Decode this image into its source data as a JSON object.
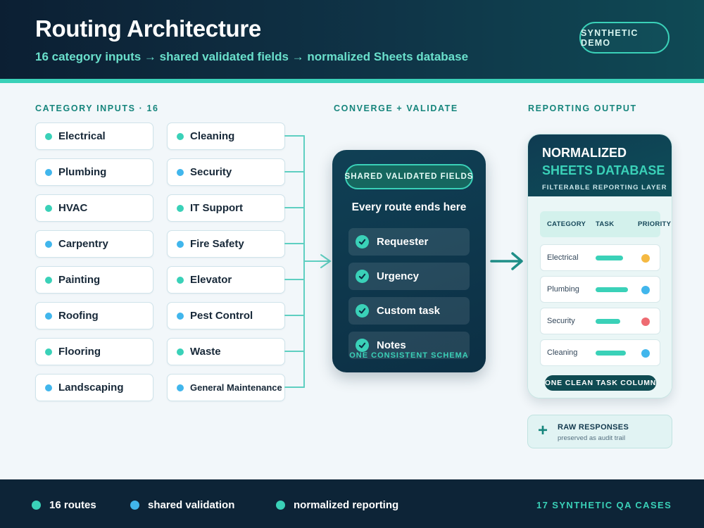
{
  "header": {
    "title": "Routing Architecture",
    "subtitle": "16 category inputs → shared validated fields → normalized Sheets database",
    "badge": "SYNTHETIC DEMO"
  },
  "sections": {
    "inputs": "CATEGORY INPUTS · 16",
    "converge": "CONVERGE + VALIDATE",
    "output": "REPORTING OUTPUT"
  },
  "colors": {
    "teal": "#3ad1b8",
    "blue": "#41b6ec",
    "navy": "#0c2f44",
    "amber": "#f5b942",
    "red": "#ee6b72"
  },
  "categories": {
    "left": [
      {
        "label": "Electrical",
        "dot": "teal"
      },
      {
        "label": "Plumbing",
        "dot": "blue"
      },
      {
        "label": "HVAC",
        "dot": "teal"
      },
      {
        "label": "Carpentry",
        "dot": "blue"
      },
      {
        "label": "Painting",
        "dot": "teal"
      },
      {
        "label": "Roofing",
        "dot": "blue"
      },
      {
        "label": "Flooring",
        "dot": "teal"
      },
      {
        "label": "Landscaping",
        "dot": "blue"
      }
    ],
    "right": [
      {
        "label": "Cleaning",
        "dot": "teal"
      },
      {
        "label": "Security",
        "dot": "blue"
      },
      {
        "label": "IT Support",
        "dot": "teal"
      },
      {
        "label": "Fire Safety",
        "dot": "blue"
      },
      {
        "label": "Elevator",
        "dot": "teal"
      },
      {
        "label": "Pest Control",
        "dot": "blue"
      },
      {
        "label": "Waste",
        "dot": "teal"
      },
      {
        "label": "General Maintenance",
        "dot": "blue"
      }
    ]
  },
  "center": {
    "pill": "SHARED VALIDATED FIELDS",
    "heading": "Every route ends here",
    "fields": [
      "Requester",
      "Urgency",
      "Custom task",
      "Notes"
    ],
    "note": "ONE CONSISTENT SCHEMA"
  },
  "database": {
    "title_line1": "NORMALIZED",
    "title_line2": "SHEETS DATABASE",
    "caption": "FILTERABLE REPORTING LAYER",
    "columns": [
      "CATEGORY",
      "TASK",
      "PRIORITY"
    ],
    "rows": [
      {
        "category": "Electrical",
        "task_fill": 0.55,
        "priority": "amber"
      },
      {
        "category": "Plumbing",
        "task_fill": 0.65,
        "priority": "blue"
      },
      {
        "category": "Security",
        "task_fill": 0.5,
        "priority": "red"
      },
      {
        "category": "Cleaning",
        "task_fill": 0.62,
        "priority": "blue"
      }
    ],
    "footer_pill": "ONE CLEAN TASK COLUMN"
  },
  "raw": {
    "title": "RAW RESPONSES",
    "subtitle": "preserved as audit trail",
    "icon": "plus-icon"
  },
  "footer": {
    "legend": [
      {
        "label": "16 routes",
        "dot": "teal"
      },
      {
        "label": "shared validation",
        "dot": "blue"
      },
      {
        "label": "normalized reporting",
        "dot": "teal"
      }
    ],
    "note": "17 SYNTHETIC QA CASES"
  }
}
